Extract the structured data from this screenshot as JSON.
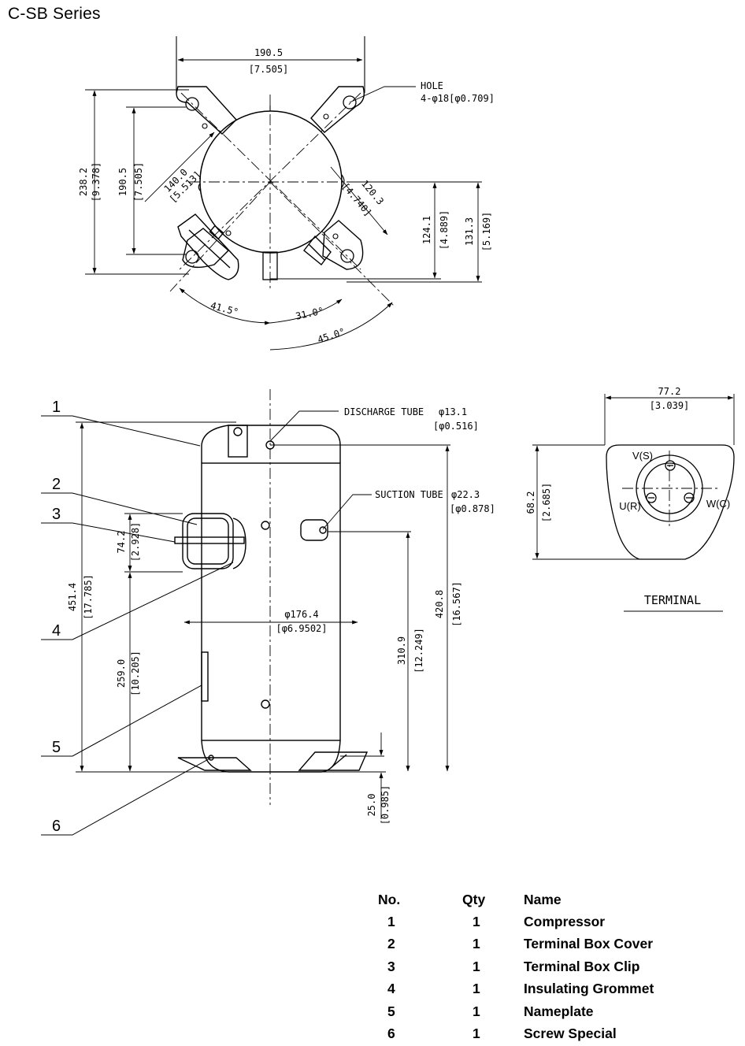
{
  "title": "C-SB  Series",
  "top_view": {
    "width_dim": "190.5",
    "width_dim_in": "[7.505]",
    "hole_label": "HOLE",
    "hole_spec": "4-φ18[φ0.709]",
    "height_dim": "238.2",
    "height_dim_in": "[9.378]",
    "hole_pitch_dim": "190.5",
    "hole_pitch_dim_in": "[7.505]",
    "radial_dim": "140.0",
    "radial_dim_in": "[5.513]",
    "suction_radial_dim": "120.3",
    "suction_radial_dim_in": "[4.740]",
    "offset_dim_1": "124.1",
    "offset_dim_1_in": "[4.889]",
    "offset_dim_2": "131.3",
    "offset_dim_2_in": "[5.169]",
    "angle_1": "41.5°",
    "angle_2": "31.0°",
    "angle_3": "45.0°"
  },
  "front_view": {
    "discharge_label": "DISCHARGE TUBE",
    "discharge_dim": "φ13.1",
    "discharge_dim_in": "[φ0.516]",
    "suction_label": "SUCTION TUBE",
    "suction_dim": "φ22.3",
    "suction_dim_in": "[φ0.878]",
    "total_height": "451.4",
    "total_height_in": "[17.785]",
    "clip_height": "74.2",
    "clip_height_in": "[2.928]",
    "box_height": "259.0",
    "box_height_in": "[10.205]",
    "shell_dia": "φ176.4",
    "shell_dia_in": "[φ6.9502]",
    "suction_height": "310.9",
    "suction_height_in": "[12.249]",
    "discharge_height": "420.8",
    "discharge_height_in": "[16.567]",
    "foot_height": "25.0",
    "foot_height_in": "[0.985]",
    "callouts": [
      "1",
      "2",
      "3",
      "4",
      "5",
      "6"
    ]
  },
  "terminal": {
    "width_dim": "77.2",
    "width_dim_in": "[3.039]",
    "height_dim": "68.2",
    "height_dim_in": "[2.685]",
    "pin_v": "V(S)",
    "pin_u": "U(R)",
    "pin_w": "W(C)",
    "caption": "TERMINAL"
  },
  "parts_table": {
    "headers": [
      "No.",
      "Qty",
      "Name"
    ],
    "rows": [
      {
        "no": "1",
        "qty": "1",
        "name": "Compressor"
      },
      {
        "no": "2",
        "qty": "1",
        "name": "Terminal Box Cover"
      },
      {
        "no": "3",
        "qty": "1",
        "name": "Terminal Box Clip"
      },
      {
        "no": "4",
        "qty": "1",
        "name": "Insulating  Grommet"
      },
      {
        "no": "5",
        "qty": "1",
        "name": "Nameplate"
      },
      {
        "no": "6",
        "qty": "1",
        "name": "Screw Special"
      }
    ]
  }
}
